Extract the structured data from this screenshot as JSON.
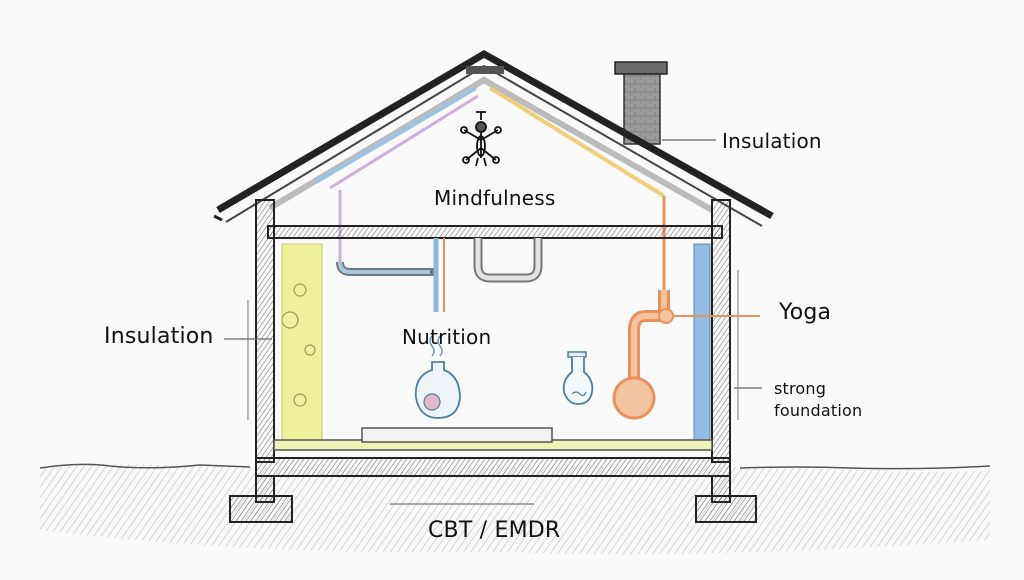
{
  "diagram": {
    "type": "house-cross-section-sketch",
    "labels": {
      "mindfulness": "Mindfulness",
      "insulation_roof": "Insulation",
      "insulation_wall": "Insulation",
      "nutrition": "Nutrition",
      "yoga": "Yoga",
      "strong_foundation_line1": "strong",
      "strong_foundation_line2": "foundation",
      "foundation": "CBT / EMDR"
    },
    "colors": {
      "ink": "#2a2a2a",
      "wall_yellow": "#eef08a",
      "wall_blue": "#7fb2e0",
      "pipe_orange": "#e8925a",
      "pipe_blue": "#8fb8d8",
      "pipe_purple": "#c9a8d8",
      "roof_yellow": "#f0cf7a",
      "ground_hatch": "#9a9a9a",
      "background": "#fafafa"
    }
  }
}
